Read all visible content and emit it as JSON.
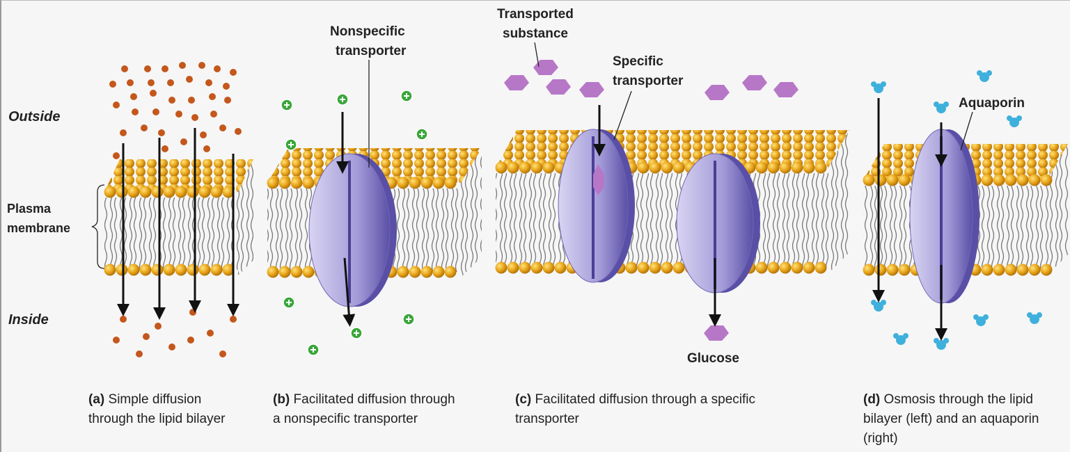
{
  "side_labels": {
    "outside": "Outside",
    "plasma_membrane_1": "Plasma",
    "plasma_membrane_2": "membrane",
    "inside": "Inside"
  },
  "callouts": {
    "nonspecific_1": "Nonspecific",
    "nonspecific_2": "transporter",
    "transported_1": "Transported",
    "transported_2": "substance",
    "specific_1": "Specific",
    "specific_2": "transporter",
    "aquaporin": "Aquaporin",
    "glucose": "Glucose"
  },
  "captions": [
    {
      "letter": "(a)",
      "line1": "Simple diffusion",
      "line2": "through the lipid bilayer",
      "line3": ""
    },
    {
      "letter": "(b)",
      "line1": "Facilitated diffusion through",
      "line2": "a nonspecific transporter",
      "line3": ""
    },
    {
      "letter": "(c)",
      "line1": "Facilitated diffusion through a specific",
      "line2": "transporter",
      "line3": ""
    },
    {
      "letter": "(d)",
      "line1": "Osmosis through the lipid",
      "line2": "bilayer (left) and an aquaporin",
      "line3": "(right)"
    }
  ],
  "colors": {
    "lipid": "#e8a419",
    "protein": "#8f86cc",
    "protein_dark": "#5a4fa6",
    "solute": "#c4571c",
    "ion": "#3aa63a",
    "glucose": "#b777c7",
    "water": "#3fb0dc"
  }
}
